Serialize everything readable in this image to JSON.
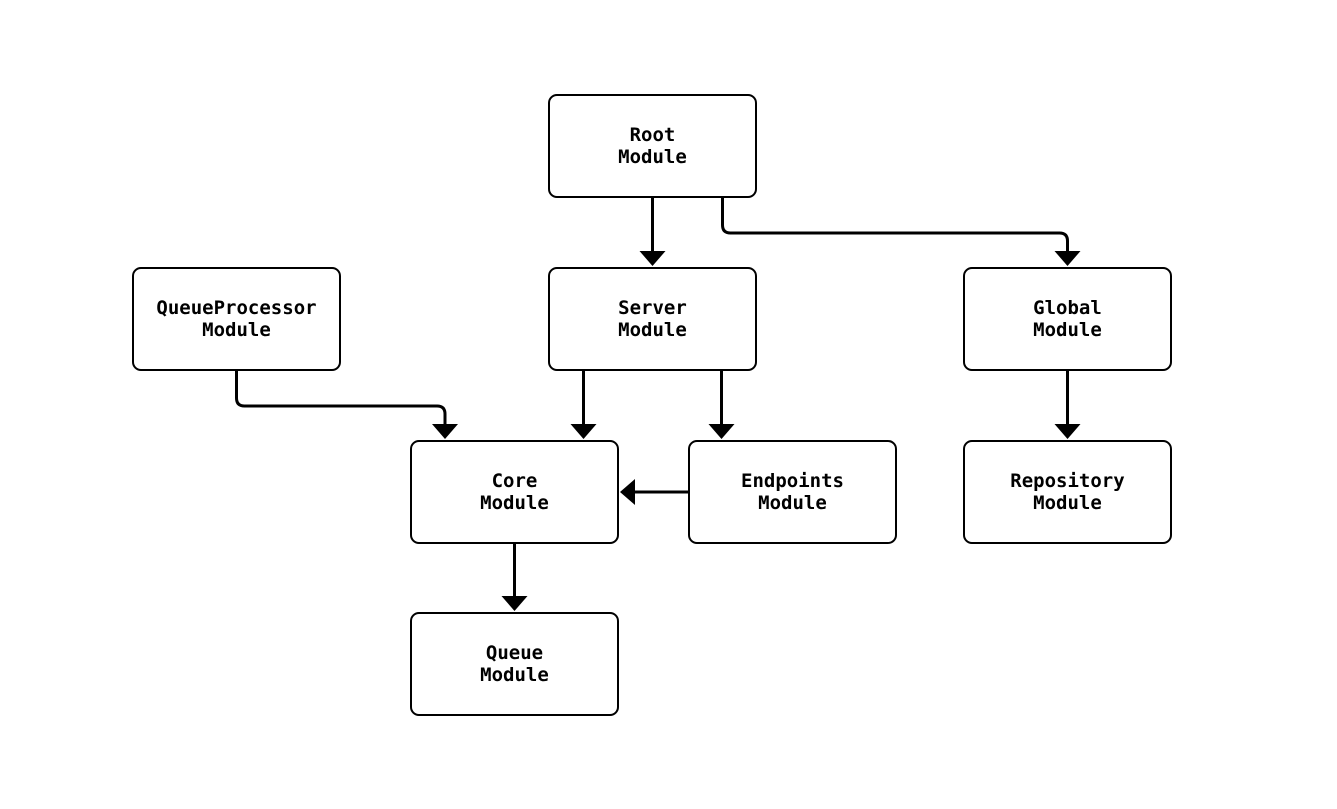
{
  "diagram": {
    "type": "module-dependency-graph",
    "background_color": "#ffffff",
    "node_fill_color": "#ffffff",
    "node_border_color": "#000000",
    "edge_color": "#000000",
    "text_color": "#000000",
    "nodes": [
      {
        "id": "root",
        "line1": "Root",
        "line2": "Module"
      },
      {
        "id": "queueprocessor",
        "line1": "QueueProcessor",
        "line2": "Module"
      },
      {
        "id": "server",
        "line1": "Server",
        "line2": "Module"
      },
      {
        "id": "global",
        "line1": "Global",
        "line2": "Module"
      },
      {
        "id": "core",
        "line1": "Core",
        "line2": "Module"
      },
      {
        "id": "endpoints",
        "line1": "Endpoints",
        "line2": "Module"
      },
      {
        "id": "repository",
        "line1": "Repository",
        "line2": "Module"
      },
      {
        "id": "queue",
        "line1": "Queue",
        "line2": "Module"
      }
    ],
    "edges": [
      {
        "from": "root",
        "to": "server"
      },
      {
        "from": "root",
        "to": "global"
      },
      {
        "from": "queueprocessor",
        "to": "core"
      },
      {
        "from": "server",
        "to": "core"
      },
      {
        "from": "server",
        "to": "endpoints"
      },
      {
        "from": "endpoints",
        "to": "core"
      },
      {
        "from": "global",
        "to": "repository"
      },
      {
        "from": "core",
        "to": "queue"
      }
    ]
  }
}
